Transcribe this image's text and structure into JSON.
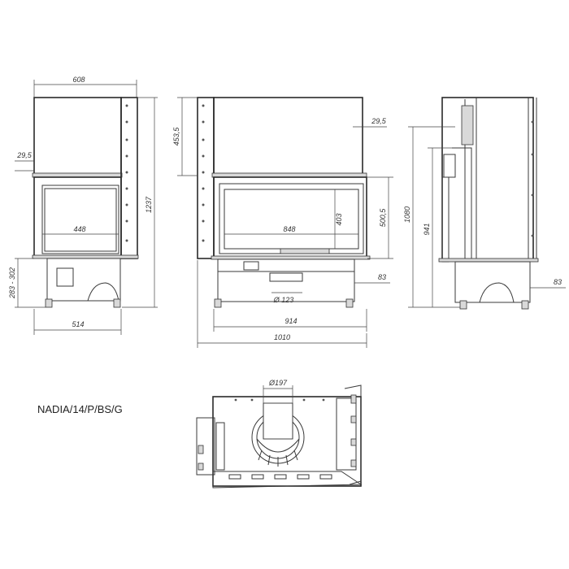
{
  "model": "NADIA/14/P/BS/G",
  "dimensions": {
    "left_width_top": "608",
    "left_offset": "29,5",
    "left_height": "1237",
    "left_range": "283 - 302",
    "left_width_bottom": "514",
    "left_glass_width": "448",
    "front_top_height": "453,5",
    "front_offset": "29,5",
    "front_glass_width": "848",
    "front_glass_height": "403",
    "front_opening_height": "500,5",
    "front_foot": "83",
    "front_pipe": "Ø 123",
    "front_inner_width": "914",
    "front_total_width": "1010",
    "side_height": "1080",
    "side_mid_height": "941",
    "side_foot": "83",
    "top_pipe": "Ø197"
  }
}
